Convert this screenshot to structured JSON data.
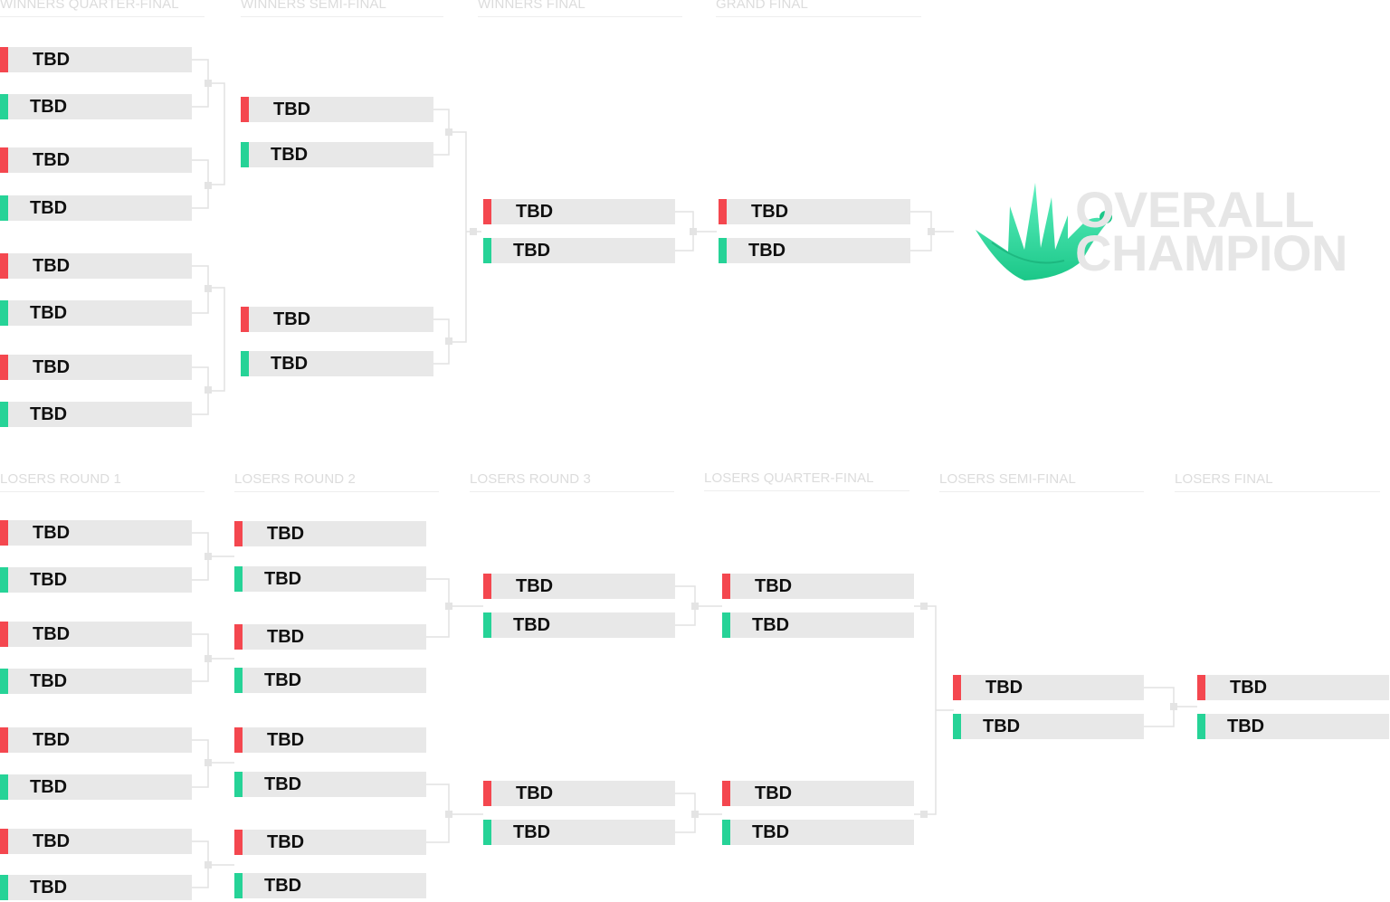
{
  "headers": {
    "winners_qf": "WINNERS QUARTER-FINAL",
    "winners_sf": "WINNERS SEMI-FINAL",
    "winners_final": "WINNERS FINAL",
    "grand_final": "GRAND FINAL",
    "losers_r1": "LOSERS ROUND 1",
    "losers_r2": "LOSERS ROUND 2",
    "losers_r3": "LOSERS ROUND 3",
    "losers_qf": "LOSERS QUARTER-FINAL",
    "losers_sf": "LOSERS SEMI-FINAL",
    "losers_final": "LOSERS FINAL"
  },
  "slot_label": "TBD",
  "colors": {
    "red": "#f4474f",
    "green": "#26d397",
    "slot_bg": "#e8e8e8",
    "champion_text": "#e6e6e6"
  },
  "champion": {
    "line1": "OVERALL",
    "line2": "CHAMPION",
    "icon": "crown-spikes-icon"
  },
  "rounds": [
    {
      "key": "winners_qf",
      "matches": [
        [
          "TBD",
          "TBD"
        ],
        [
          "TBD",
          "TBD"
        ],
        [
          "TBD",
          "TBD"
        ],
        [
          "TBD",
          "TBD"
        ]
      ]
    },
    {
      "key": "winners_sf",
      "matches": [
        [
          "TBD",
          "TBD"
        ],
        [
          "TBD",
          "TBD"
        ]
      ]
    },
    {
      "key": "winners_final",
      "matches": [
        [
          "TBD",
          "TBD"
        ]
      ]
    },
    {
      "key": "grand_final",
      "matches": [
        [
          "TBD",
          "TBD"
        ]
      ]
    },
    {
      "key": "losers_r1",
      "matches": [
        [
          "TBD",
          "TBD"
        ],
        [
          "TBD",
          "TBD"
        ],
        [
          "TBD",
          "TBD"
        ],
        [
          "TBD",
          "TBD"
        ]
      ]
    },
    {
      "key": "losers_r2",
      "matches": [
        [
          "TBD",
          "TBD"
        ],
        [
          "TBD",
          "TBD"
        ],
        [
          "TBD",
          "TBD"
        ],
        [
          "TBD",
          "TBD"
        ]
      ]
    },
    {
      "key": "losers_r3",
      "matches": [
        [
          "TBD",
          "TBD"
        ],
        [
          "TBD",
          "TBD"
        ]
      ]
    },
    {
      "key": "losers_qf",
      "matches": [
        [
          "TBD",
          "TBD"
        ],
        [
          "TBD",
          "TBD"
        ]
      ]
    },
    {
      "key": "losers_sf",
      "matches": [
        [
          "TBD",
          "TBD"
        ]
      ]
    },
    {
      "key": "losers_final",
      "matches": [
        [
          "TBD",
          "TBD"
        ]
      ]
    }
  ]
}
